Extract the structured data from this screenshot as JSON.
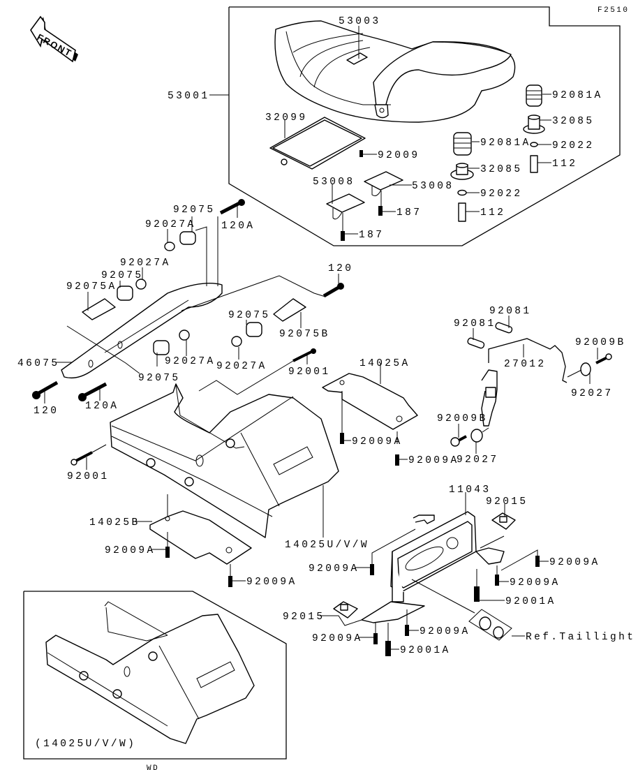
{
  "diagram": {
    "figure_code": "F2510",
    "front_arrow_text": "FRONT",
    "footer_code": "WD",
    "inset_caption": "(14025U/V/W)"
  },
  "labels": {
    "53001": "53001",
    "53003": "53003",
    "32099": "32099",
    "92009": "92009",
    "53008_a": "53008",
    "53008_b": "53008",
    "187_a": "187",
    "187_b": "187",
    "92081A_a": "92081A",
    "92081A_b": "92081A",
    "32085_a": "32085",
    "32085_b": "32085",
    "92022_a": "92022",
    "92022_b": "92022",
    "112_a": "112",
    "112_b": "112",
    "92075_top": "92075",
    "92027A_top": "92027A",
    "120A_top": "120A",
    "92027A_mid": "92027A",
    "92075_mid": "92075",
    "92075A": "92075A",
    "120_right": "120",
    "92075_right": "92075",
    "92075B": "92075B",
    "46075": "46075",
    "92027A_low1": "92027A",
    "92027A_low2": "92027A",
    "92075_low": "92075",
    "92001_mid": "92001",
    "120_left": "120",
    "120A_left": "120A",
    "14025A": "14025A",
    "92009A_14025A_1": "92009A",
    "92009A_14025A_2": "92009A",
    "92081_a": "92081",
    "92081_b": "92081",
    "27012": "27012",
    "92009B_a": "92009B",
    "92009B_b": "92009B",
    "92027_a": "92027",
    "92027_b": "92027",
    "92001_left": "92001",
    "14025B": "14025B",
    "92009A_b1": "92009A",
    "92009A_b2": "92009A",
    "14025UVW": "14025U/V/W",
    "11043": "11043",
    "92015_a": "92015",
    "92015_b": "92015",
    "92009A_c1": "92009A",
    "92009A_c2": "92009A",
    "92009A_c3": "92009A",
    "92009A_c4": "92009A",
    "92009A_c5": "92009A",
    "92001A_a": "92001A",
    "92001A_b": "92001A",
    "ref_taillight": "Ref.Taillight"
  }
}
